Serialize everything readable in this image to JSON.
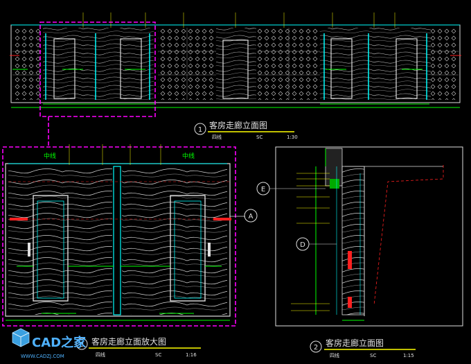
{
  "drawing_1": {
    "number": "1",
    "title": "客房走廊立面图",
    "scale_prefix": "SC",
    "scale": "1:30",
    "sheet_code": "四线"
  },
  "drawing_2": {
    "number": "2",
    "title": "客房走廊立面图",
    "scale_prefix": "SC",
    "scale": "1:15",
    "sheet_code": "四线"
  },
  "drawing_3": {
    "number": "3",
    "title": "客房走廊立面放大图",
    "scale_prefix": "SC",
    "scale": "1:16",
    "sheet_code": "四线"
  },
  "centerline_left": "中线",
  "centerline_right": "中线",
  "section_markers": {
    "a": "A",
    "d": "D",
    "e": "E"
  },
  "watermark": {
    "text": "CAD之家",
    "url": "WWW.CADZJ.COM"
  },
  "colors": {
    "background": "#000000",
    "frame_white": "#e0e0e0",
    "magenta": "#ff00ff",
    "cyan": "#00ffff",
    "green": "#00ff00",
    "red": "#ff2020",
    "yellow": "#ffff00",
    "grid_gray": "#888888"
  }
}
